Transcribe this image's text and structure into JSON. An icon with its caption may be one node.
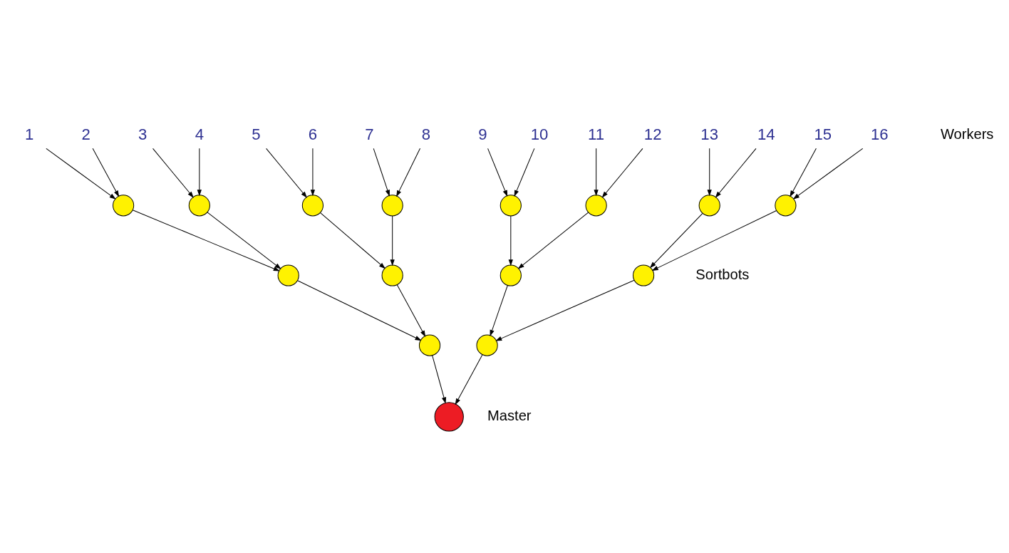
{
  "diagram": {
    "nodes": [
      {
        "text": [
          "1"
        ]
      },
      {
        "text": [
          "2"
        ]
      },
      {
        "text": [
          "3"
        ]
      },
      {
        "text": [
          "4"
        ]
      },
      {
        "text": [
          "5"
        ]
      },
      {
        "text": [
          "6"
        ]
      },
      {
        "text": [
          "7"
        ]
      },
      {
        "text": [
          "8"
        ]
      },
      {
        "text": [
          "9"
        ]
      },
      {
        "text": [
          "10"
        ]
      },
      {
        "text": [
          "11"
        ]
      },
      {
        "text": [
          "12"
        ]
      },
      {
        "text": [
          "13"
        ]
      },
      {
        "text": [
          "14"
        ]
      },
      {
        "text": [
          "15"
        ]
      },
      {
        "text": [
          "16"
        ]
      },
      {
        "text": [],
        "shape": "circle"
      },
      {
        "text": [],
        "shape": "circle"
      },
      {
        "text": [],
        "shape": "circle"
      },
      {
        "text": [],
        "shape": "circle"
      },
      {
        "text": [],
        "shape": "circle"
      },
      {
        "text": [],
        "shape": "circle"
      },
      {
        "text": [],
        "shape": "circle"
      },
      {
        "text": [],
        "shape": "circle"
      },
      {
        "text": [],
        "shape": "circle"
      },
      {
        "text": [],
        "shape": "circle"
      },
      {
        "text": [],
        "shape": "circle"
      },
      {
        "text": [],
        "shape": "circle"
      },
      {
        "text": [],
        "shape": "circle"
      },
      {
        "text": [],
        "shape": "circle"
      },
      {
        "text": [],
        "shape": "circle",
        "beside": [
          "Master"
        ]
      }
    ],
    "edges": [
      {
        "from": 0,
        "to": 16,
        "arrow": "to"
      },
      {
        "from": 1,
        "to": 16,
        "arrow": "to"
      },
      {
        "from": 2,
        "to": 17,
        "arrow": "to"
      },
      {
        "from": 3,
        "to": 17,
        "arrow": "to"
      },
      {
        "from": 4,
        "to": 18,
        "arrow": "to"
      },
      {
        "from": 5,
        "to": 18,
        "arrow": "to"
      },
      {
        "from": 6,
        "to": 19,
        "arrow": "to"
      },
      {
        "from": 7,
        "to": 19,
        "arrow": "to"
      },
      {
        "from": 8,
        "to": 20,
        "arrow": "to"
      },
      {
        "from": 9,
        "to": 20,
        "arrow": "to"
      },
      {
        "from": 10,
        "to": 21,
        "arrow": "to"
      },
      {
        "from": 11,
        "to": 21,
        "arrow": "to"
      },
      {
        "from": 12,
        "to": 22,
        "arrow": "to"
      },
      {
        "from": 13,
        "to": 22,
        "arrow": "to"
      },
      {
        "from": 14,
        "to": 23,
        "arrow": "to"
      },
      {
        "from": 15,
        "to": 23,
        "arrow": "to"
      },
      {
        "from": 16,
        "to": 24,
        "arrow": "to"
      },
      {
        "from": 17,
        "to": 24,
        "arrow": "to"
      },
      {
        "from": 18,
        "to": 25,
        "arrow": "to"
      },
      {
        "from": 19,
        "to": 25,
        "arrow": "to"
      },
      {
        "from": 20,
        "to": 26,
        "arrow": "to"
      },
      {
        "from": 21,
        "to": 26,
        "arrow": "to"
      },
      {
        "from": 22,
        "to": 27,
        "arrow": "to"
      },
      {
        "from": 23,
        "to": 27,
        "arrow": "to"
      },
      {
        "from": 24,
        "to": 28,
        "arrow": "to"
      },
      {
        "from": 25,
        "to": 28,
        "arrow": "to"
      },
      {
        "from": 26,
        "to": 29,
        "arrow": "to"
      },
      {
        "from": 27,
        "to": 29,
        "arrow": "to"
      },
      {
        "from": 28,
        "to": 30,
        "arrow": "to"
      },
      {
        "from": 29,
        "to": 30,
        "arrow": "to"
      }
    ],
    "labels": [
      "Workers",
      "Sortbots"
    ]
  }
}
